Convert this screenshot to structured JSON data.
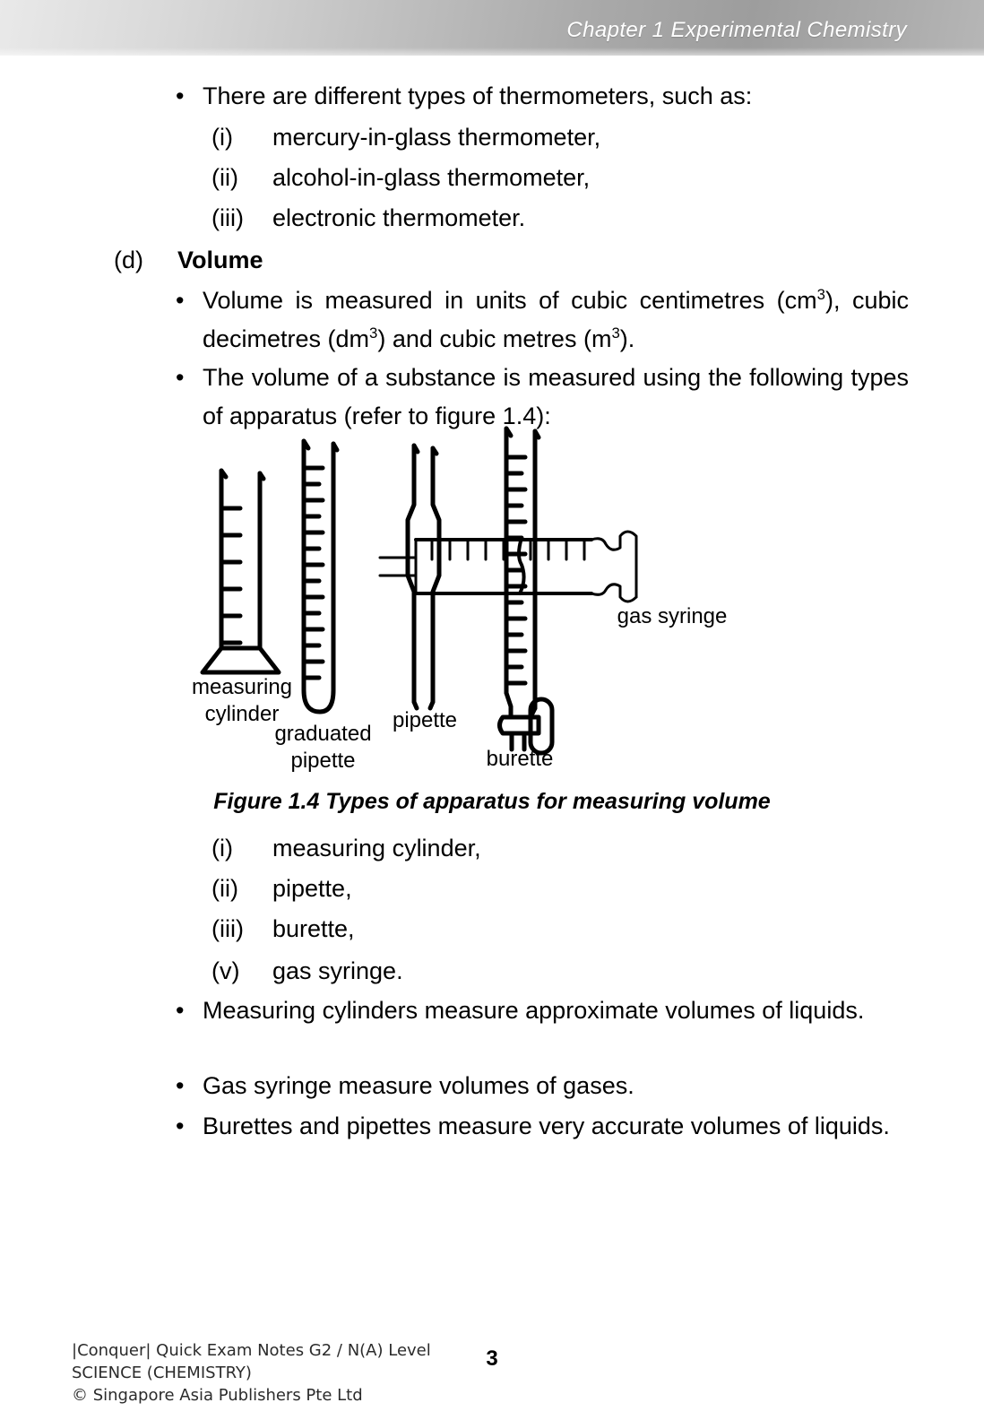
{
  "header": {
    "title": "Chapter 1  Experimental Chemistry"
  },
  "content": {
    "bullet_thermometers": "There are different types of thermometers, such as:",
    "thermometer_list": [
      {
        "num": "(i)",
        "text": "mercury-in-glass thermometer,"
      },
      {
        "num": "(ii)",
        "text": "alcohol-in-glass thermometer,"
      },
      {
        "num": "(iii)",
        "text": "electronic thermometer."
      }
    ],
    "section_letter": "(d)",
    "section_title": "Volume",
    "bullet_units_line1": "Volume is measured in units of cubic centimetres (cm",
    "bullet_units_line1_sup": "3",
    "bullet_units_line1_end": "),",
    "bullet_units_line2_a": "cubic decimetres (dm",
    "bullet_units_line2_sup1": "3",
    "bullet_units_line2_b": ") and cubic metres (m",
    "bullet_units_line2_sup2": "3",
    "bullet_units_line2_c": ").",
    "bullet_apparatus": "The volume of a substance is measured using the following types of apparatus (refer to figure 1.4):",
    "apparatus_list": [
      {
        "num": "(i)",
        "text": "measuring cylinder,"
      },
      {
        "num": "(ii)",
        "text": "pipette,"
      },
      {
        "num": "(iii)",
        "text": "burette,"
      },
      {
        "num": "(v)",
        "text": "gas syringe."
      }
    ],
    "bullet_cylinders": "Measuring cylinders measure approximate volumes of liquids.",
    "bullet_syringe": "Gas syringe measure volumes of gases.",
    "bullet_burettes": "Burettes and pipettes measure very accurate volumes of liquids."
  },
  "figure": {
    "caption": "Figure 1.4  Types of apparatus for measuring volume",
    "labels": {
      "measuring_cylinder": "measuring\ncylinder",
      "graduated_pipette": "graduated\npipette",
      "pipette": "pipette",
      "burette": "burette",
      "gas_syringe": "gas syringe"
    }
  },
  "footer": {
    "line1": "|Conquer| Quick Exam Notes G2 / N(A) Level",
    "line2": "SCIENCE (CHEMISTRY)",
    "line3": "© Singapore Asia Publishers Pte Ltd",
    "page_number": "3"
  }
}
